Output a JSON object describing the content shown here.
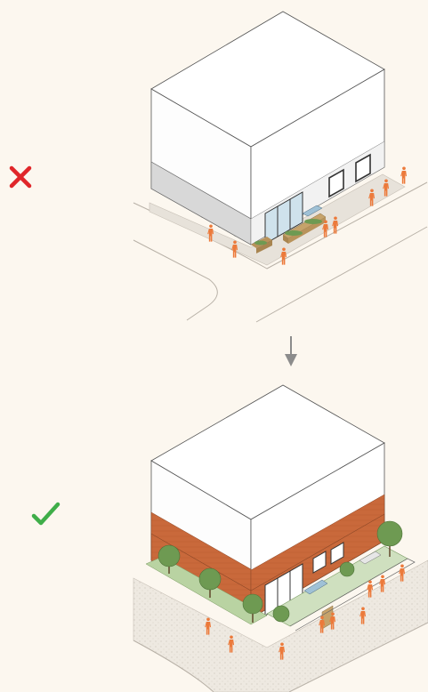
{
  "colors": {
    "background": "#fcf7ef",
    "bad_mark": "#e0262a",
    "good_mark": "#3fae49",
    "people": "#ec7a3b",
    "brick": "#c9693b",
    "arrow": "#8c8c8c",
    "glass": "#9fc1d6",
    "tree": "#6e9a52"
  },
  "icons": {
    "bad": "cross-icon",
    "good": "check-icon",
    "transition": "arrow-down-icon"
  },
  "panels": [
    {
      "id": "before",
      "verdict": "bad",
      "facade": "blank-panels"
    },
    {
      "id": "after",
      "verdict": "good",
      "facade": "brick-with-landscaping"
    }
  ]
}
